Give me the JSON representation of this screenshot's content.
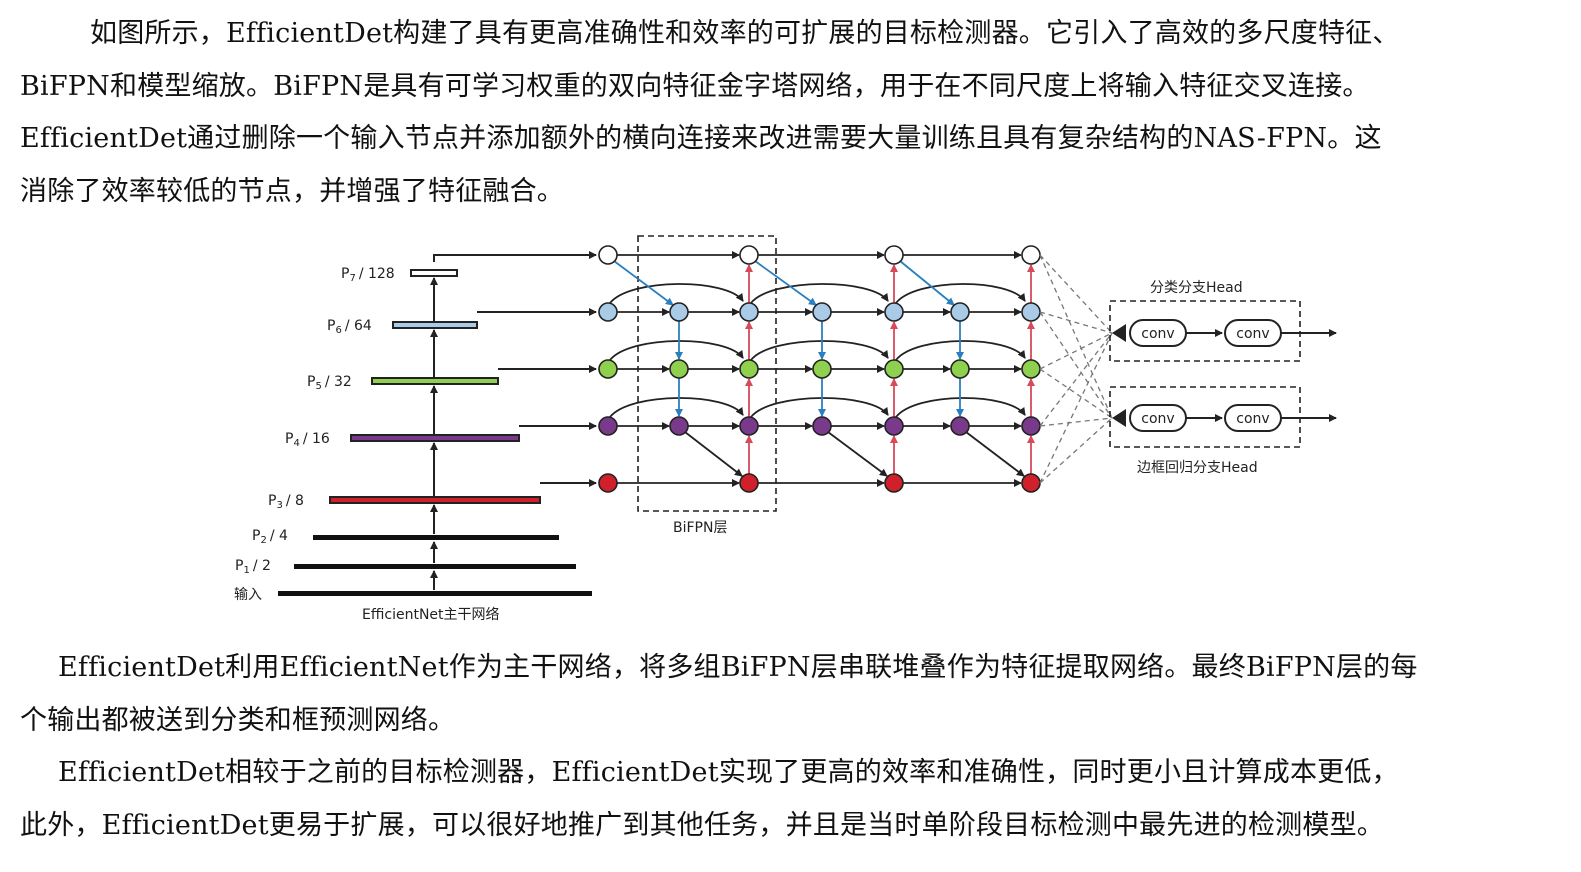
{
  "paragraph_1": {
    "line_1": "如图所示，EfficientDet构建了具有更高准确性和效率的可扩展的目标检测器。它引入了高效的多尺度特征、",
    "line_2": "BiFPN和模型缩放。BiFPN是具有可学习权重的双向特征金字塔网络，用于在不同尺度上将输入特征交叉连接。",
    "line_3": "EfficientDet通过删除一个输入节点并添加额外的横向连接来改进需要大量训练且具有复杂结构的NAS-FPN。这",
    "line_4": "消除了效率较低的节点，并增强了特征融合。"
  },
  "figure": {
    "levels": [
      {
        "name": "P",
        "sub": "7",
        "scale": "/ 128"
      },
      {
        "name": "P",
        "sub": "6",
        "scale": "/ 64"
      },
      {
        "name": "P",
        "sub": "5",
        "scale": "/ 32"
      },
      {
        "name": "P",
        "sub": "4",
        "scale": "/ 16"
      },
      {
        "name": "P",
        "sub": "3",
        "scale": "/ 8"
      },
      {
        "name": "P",
        "sub": "2",
        "scale": "/ 4"
      },
      {
        "name": "P",
        "sub": "1",
        "scale": "/ 2"
      }
    ],
    "input_label": "输入",
    "backbone_label": "EfficientNet主干网络",
    "bifpn_label": "BiFPN层",
    "class_head_label": "分类分支Head",
    "box_head_label": "边框回归分支Head",
    "conv_label": "conv",
    "colors": {
      "p7": "#ffffff",
      "p6": "#a9cbe8",
      "p5": "#8fd14f",
      "p4": "#7a3a8c",
      "p3": "#d0202c",
      "blue_arrow": "#2a7fc0",
      "red_arrow": "#d64a5a"
    }
  },
  "paragraph_2": {
    "line_1": "EfficientDet利用EfficientNet作为主干网络，将多组BiFPN层串联堆叠作为特征提取网络。最终BiFPN层的每",
    "line_2": "个输出都被送到分类和框预测网络。"
  },
  "paragraph_3": {
    "line_1": "EfficientDet相较于之前的目标检测器，EfficientDet实现了更高的效率和准确性，同时更小且计算成本更低，",
    "line_2": "此外，EfficientDet更易于扩展，可以很好地推广到其他任务，并且是当时单阶段目标检测中最先进的检测模型。"
  }
}
